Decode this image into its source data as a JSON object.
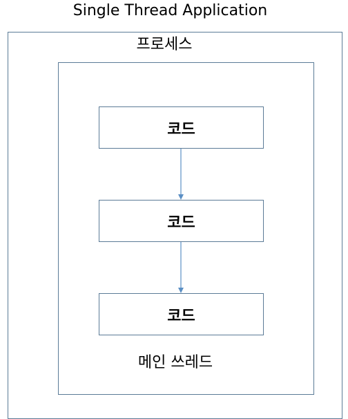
{
  "title": "Single Thread Application",
  "process": {
    "label": "프로세스"
  },
  "thread": {
    "label": "메인 쓰레드",
    "code_blocks": [
      {
        "label": "코드"
      },
      {
        "label": "코드"
      },
      {
        "label": "코드"
      }
    ]
  },
  "colors": {
    "border": "#5a7a96",
    "arrow": "#5b8fc4"
  }
}
